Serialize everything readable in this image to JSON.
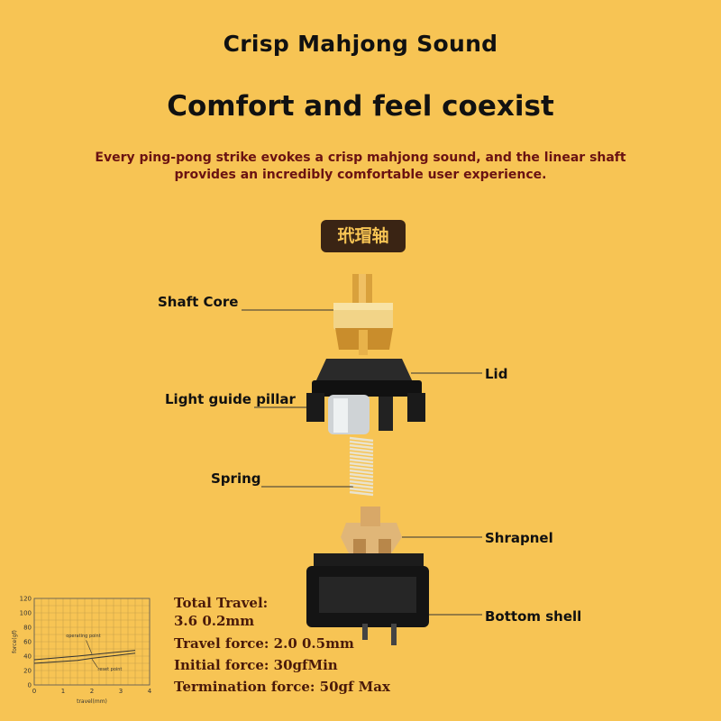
{
  "title": "Crisp Mahjong Sound",
  "headline": "Comfort and feel coexist",
  "description": "Every ping-pong strike evokes a crisp mahjong sound, and the linear shaft provides an incredibly comfortable user experience.",
  "badge": "玳瑁轴",
  "labels": {
    "shaft_core": "Shaft Core",
    "lid": "Lid",
    "light_guide_pillar": "Light guide pillar",
    "spring": "Spring",
    "shrapnel": "Shrapnel",
    "bottom_shell": "Bottom shell"
  },
  "specs": {
    "total_travel_label": "Total Travel:",
    "total_travel_value": "3.6   0.2mm",
    "travel_force": "Travel force: 2.0    0.5mm",
    "initial_force": "Initial force: 30gfMin",
    "termination_force": "Termination force: 50gf Max"
  },
  "chart_data": {
    "type": "line",
    "xlabel": "travel(mm)",
    "ylabel": "force(gf)",
    "xlim": [
      0,
      4
    ],
    "ylim": [
      0,
      120
    ],
    "x_ticks": [
      "0",
      "1",
      "2",
      "3",
      "4"
    ],
    "y_ticks": [
      "0",
      "20",
      "40",
      "60",
      "80",
      "100",
      "120"
    ],
    "grid": true,
    "annotations": [
      "operating point",
      "reset point"
    ],
    "series": [
      {
        "x": [
          0,
          1.5,
          2.0,
          3.5
        ],
        "y": [
          35,
          40,
          42,
          48
        ]
      },
      {
        "x": [
          0,
          1.5,
          2.0,
          3.5
        ],
        "y": [
          30,
          34,
          37,
          44
        ]
      }
    ]
  },
  "colors": {
    "background": "#f7c454",
    "badge_bg": "#3a2414",
    "description_text": "#6a1212",
    "shaft_core": "#e6b04a",
    "housing": "#1e1e1e"
  }
}
